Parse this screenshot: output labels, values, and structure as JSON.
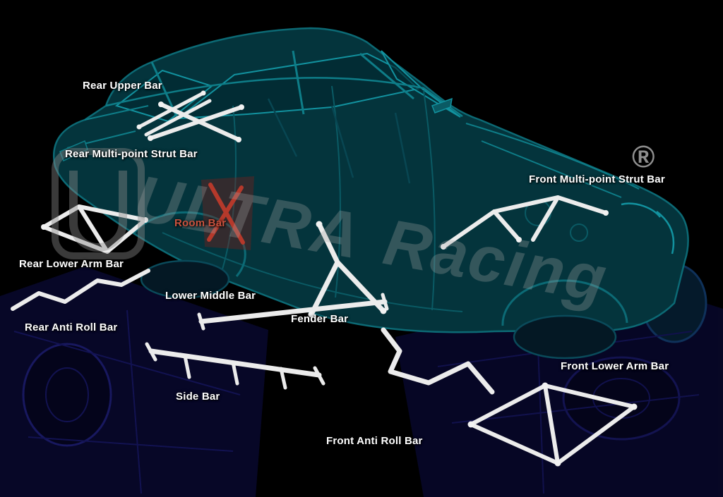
{
  "diagram": {
    "labels": {
      "rear_upper_bar": "Rear Upper Bar",
      "rear_multi_point_strut_bar": "Rear Multi-point Strut Bar",
      "room_bar": "Room Bar",
      "rear_lower_arm_bar": "Rear Lower Arm Bar",
      "lower_middle_bar": "Lower Middle Bar",
      "rear_anti_roll_bar": "Rear Anti Roll Bar",
      "fender_bar": "Fender Bar",
      "side_bar": "Side Bar",
      "front_anti_roll_bar": "Front Anti Roll Bar",
      "front_multi_point_strut_bar": "Front Multi-point Strut Bar",
      "front_lower_arm_bar": "Front Lower Arm Bar"
    },
    "watermark": {
      "brand_first": "ULTRA",
      "brand_second": "Racing",
      "registered": "®"
    },
    "colors": {
      "background": "#000000",
      "label_text": "#ffffff",
      "room_bar_label": "#c8523e",
      "car_body": "#0c6a75",
      "car_fill": "#04343c",
      "chassis_blue": "#15155a",
      "bars_white": "#ececec",
      "room_bar_red": "#b5392b",
      "watermark_gray": "#8f8f8f"
    }
  }
}
